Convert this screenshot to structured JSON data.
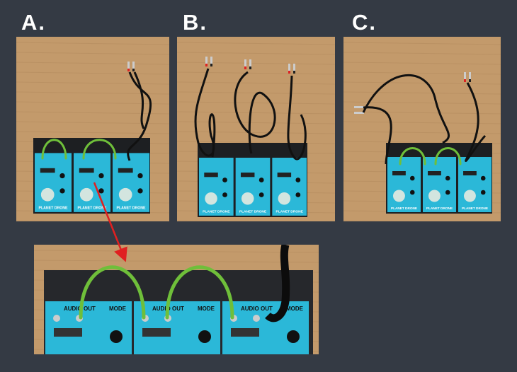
{
  "panels": [
    {
      "label": "A.",
      "configuration": "chained"
    },
    {
      "label": "B.",
      "configuration": "separate"
    },
    {
      "label": "C.",
      "configuration": "chained-single-output"
    }
  ],
  "device": {
    "brand_text": "PLANET DRONE",
    "audio_out_label": "AUDIO OUT",
    "mode_label": "MODE"
  },
  "colors": {
    "background": "#343a44",
    "wood": "#c39a6b",
    "panel": "#2bb8d8",
    "patch_cable": "#6fbf3a",
    "arrow": "#e02020"
  }
}
